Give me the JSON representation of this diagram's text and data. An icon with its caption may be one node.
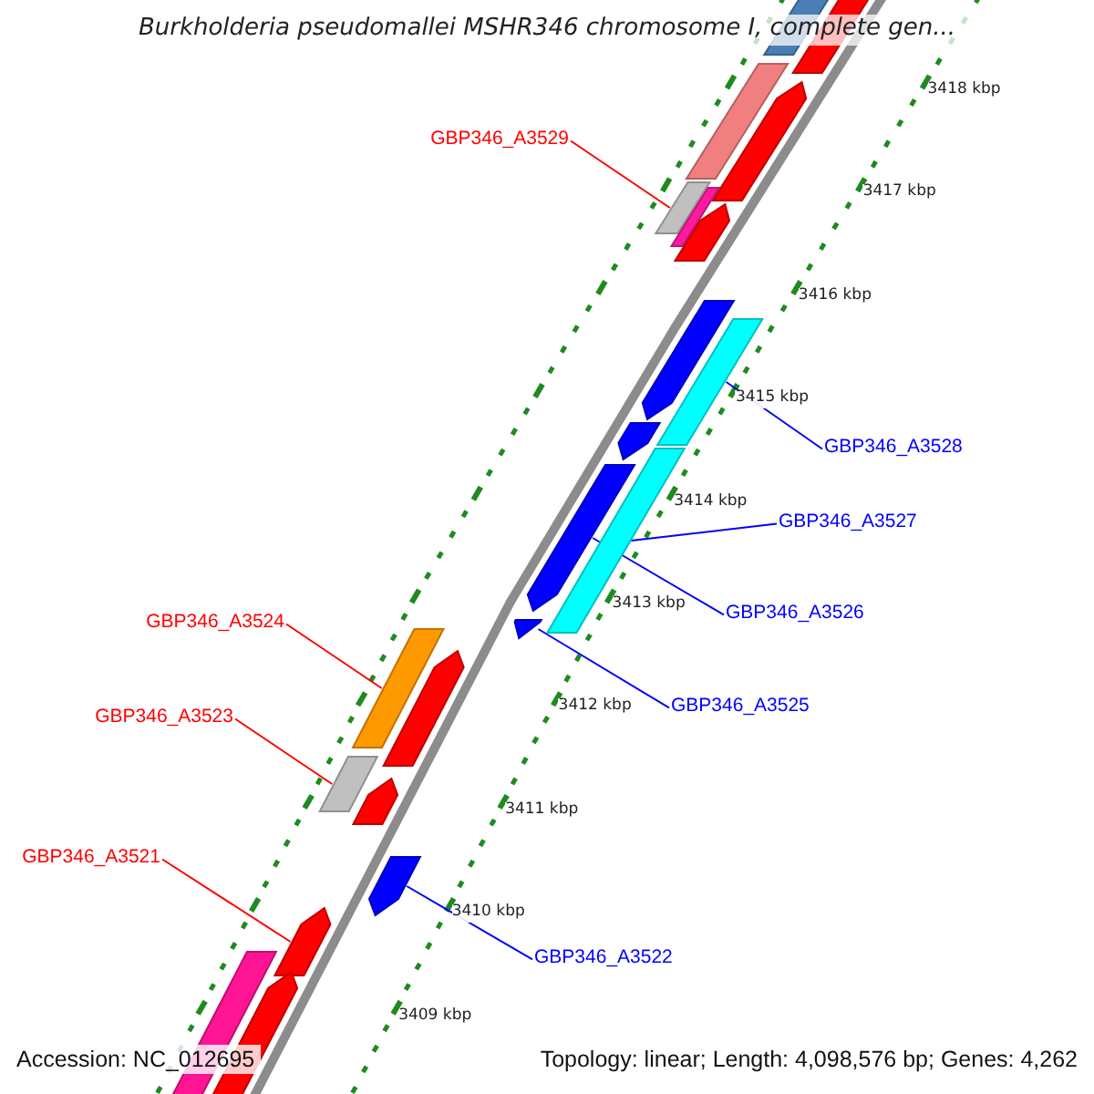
{
  "diagram": {
    "title": "Burkholderia pseudomallei MSHR346 chromosome I, complete gen...",
    "nodes": [
      {
        "text": [
          "GBP346_A3529"
        ]
      },
      {
        "text": [],
        "shape": "bar"
      },
      {
        "text": [
          "GBP346_A3528"
        ]
      },
      {
        "text": [],
        "shape": "arrow"
      },
      {
        "text": [],
        "shape": "arrow"
      },
      {
        "text": [
          "GBP346_A3527"
        ]
      },
      {
        "text": [],
        "shape": "arrow"
      },
      {
        "text": [
          "GBP346_A3526"
        ]
      },
      {
        "text": [
          "GBP346_A3524"
        ]
      },
      {
        "text": [],
        "shape": "arrow"
      },
      {
        "text": [],
        "shape": "bar"
      },
      {
        "text": [
          "GBP346_A3525"
        ]
      },
      {
        "text": [
          "GBP346_A3523"
        ]
      },
      {
        "text": [],
        "shape": "bar"
      },
      {
        "text": [
          "GBP346_A3521"
        ]
      },
      {
        "text": [],
        "shape": "arrow"
      },
      {
        "text": [],
        "shape": "arrow"
      },
      {
        "text": [
          "GBP346_A3522"
        ]
      },
      {
        "text": [],
        "shape": "bar"
      },
      {
        "text": [],
        "shape": "bar"
      },
      {
        "text": [],
        "shape": "bar"
      },
      {
        "text": [],
        "shape": "arrow"
      },
      {
        "text": [],
        "shape": "bar"
      },
      {
        "text": [],
        "shape": "arrow"
      },
      {
        "text": [],
        "shape": "bar"
      },
      {
        "text": [],
        "shape": "bar"
      },
      {
        "text": [],
        "shape": "arrow"
      },
      {
        "text": [],
        "shape": "arrow"
      },
      {
        "text": [],
        "shape": "bar"
      },
      {
        "text": [],
        "shape": "arrow"
      }
    ],
    "edges": [
      {
        "from": 0,
        "to": 1,
        "arrow": "none",
        "color": "#ff0000"
      },
      {
        "from": 2,
        "to": 24,
        "arrow": "none"
      },
      {
        "from": 5,
        "to": 25,
        "arrow": "none"
      },
      {
        "from": 7,
        "to": 6,
        "arrow": "none"
      },
      {
        "from": 8,
        "to": 10,
        "arrow": "none",
        "color": "#ff0000"
      },
      {
        "from": 11,
        "to": 9,
        "arrow": "none"
      },
      {
        "from": 12,
        "to": 13,
        "arrow": "none",
        "color": "#ff0000"
      },
      {
        "from": 14,
        "to": 15,
        "arrow": "none",
        "color": "#ff0000"
      },
      {
        "from": 17,
        "to": 16,
        "arrow": "none"
      }
    ],
    "labels": [
      "3418 kbp",
      "3417 kbp",
      "3416 kbp",
      "3415 kbp",
      "3414 kbp",
      "3413 kbp",
      "3412 kbp",
      "3411 kbp",
      "3410 kbp",
      "3409 kbp",
      "Accession: NC_012695",
      "Topology: linear; Length: 4,098,576 bp; Genes: 4,262"
    ]
  }
}
